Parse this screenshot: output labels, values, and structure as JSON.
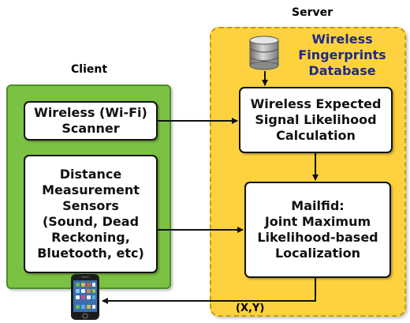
{
  "client": {
    "label": "Client",
    "scanner_box": "Wireless (Wi-Fi)\nScanner",
    "sensors_box": "Distance\nMeasurement\nSensors\n(Sound, Dead\nReckoning,\nBluetooth, etc)"
  },
  "server": {
    "label": "Server",
    "database_title": "Wireless\nFingerprints\nDatabase",
    "likelihood_box": "Wireless Expected\nSignal Likelihood\nCalculation",
    "localization_box": "Mailfid:\nJoint Maximum\nLikelihood-based\nLocalization"
  },
  "output_label": "(X,Y)",
  "icons": [
    "database-icon",
    "smartphone-icon"
  ],
  "colors": {
    "client_panel": "#7cc242",
    "server_panel": "#fdd23e",
    "database_title": "#1f2a88"
  }
}
